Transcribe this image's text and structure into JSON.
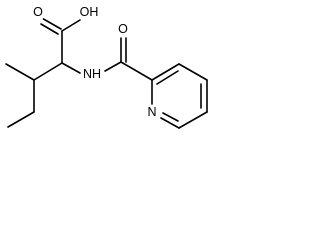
{
  "structure": {
    "atoms": {
      "oxygen_carbonyl_acid": "O",
      "hydroxyl": "OH",
      "amide_nitrogen": "NH",
      "oxygen_carbonyl_amide": "O",
      "pyridine_nitrogen": "N"
    }
  }
}
